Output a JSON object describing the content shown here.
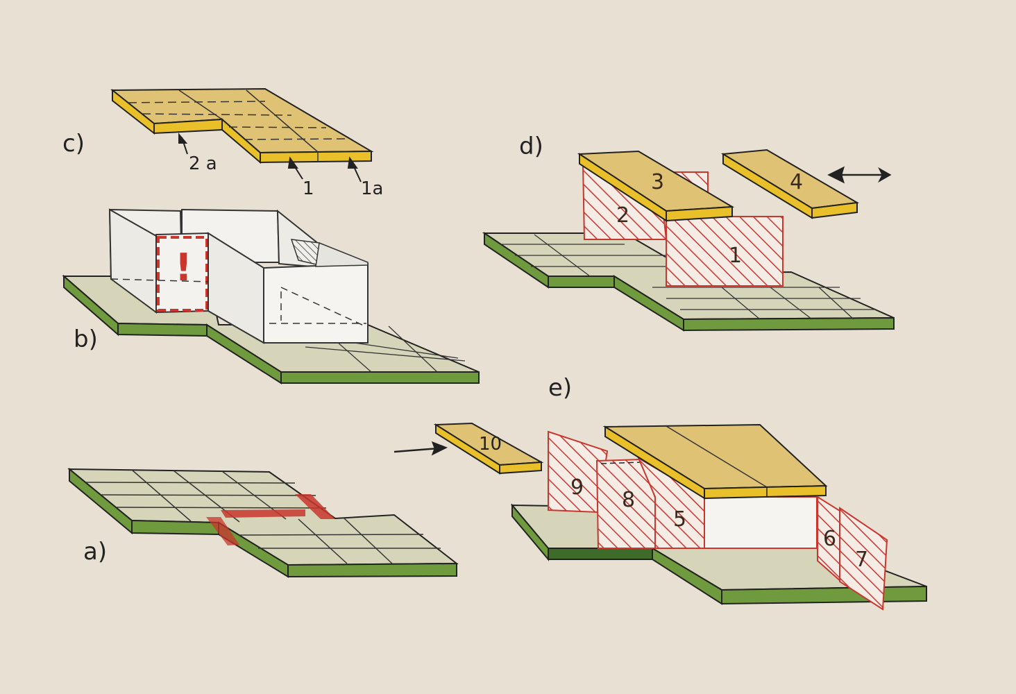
{
  "panels": {
    "a": "a)",
    "b": "b)",
    "c": "c)",
    "d": "d)",
    "e": "e)"
  },
  "panel_c_labels": {
    "l2a": "2 a",
    "l1": "1",
    "l1a": "1a"
  },
  "panel_b_mark": "!",
  "panel_d_labels": {
    "n1": "1",
    "n2": "2",
    "n3": "3",
    "n4": "4"
  },
  "panel_e_labels": {
    "n5": "5",
    "n6": "6",
    "n7": "7",
    "n8": "8",
    "n9": "9",
    "n10": "10"
  },
  "colors": {
    "paper": "#e9e0d4",
    "green": "#6f9a3e",
    "green_dark": "#3f6b2a",
    "sand": "#dcd9bd",
    "yellow_top": "#dfc273",
    "yellow_edge": "#e9bf2a",
    "red": "#c8362d",
    "wall": "#f1efea"
  }
}
